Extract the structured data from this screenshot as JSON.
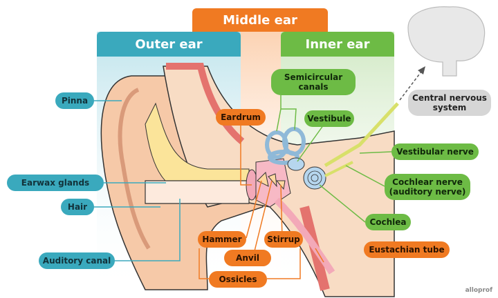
{
  "headers": {
    "outer": "Outer ear",
    "middle": "Middle ear",
    "inner": "Inner ear"
  },
  "labels": {
    "pinna": "Pinna",
    "earwax_glands": "Earwax glands",
    "hair": "Hair",
    "auditory_canal": "Auditory canal",
    "eardrum": "Eardrum",
    "hammer": "Hammer",
    "anvil": "Anvil",
    "stirrup": "Stirrup",
    "ossicles": "Ossicles",
    "eustachian_tube": "Eustachian tube",
    "semicircular_canals": "Semicircular canals",
    "vestibule": "Vestibule",
    "vestibular_nerve": "Vestibular nerve",
    "cochlear_nerve": "Cochlear nerve (auditory nerve)",
    "cochlea": "Cochlea",
    "cns": "Central nervous system"
  },
  "watermark": "alloprof",
  "colors": {
    "outer": "#3aa9bd",
    "middle": "#f07a22",
    "inner": "#6dbb45",
    "cns": "#d6d6d6"
  }
}
